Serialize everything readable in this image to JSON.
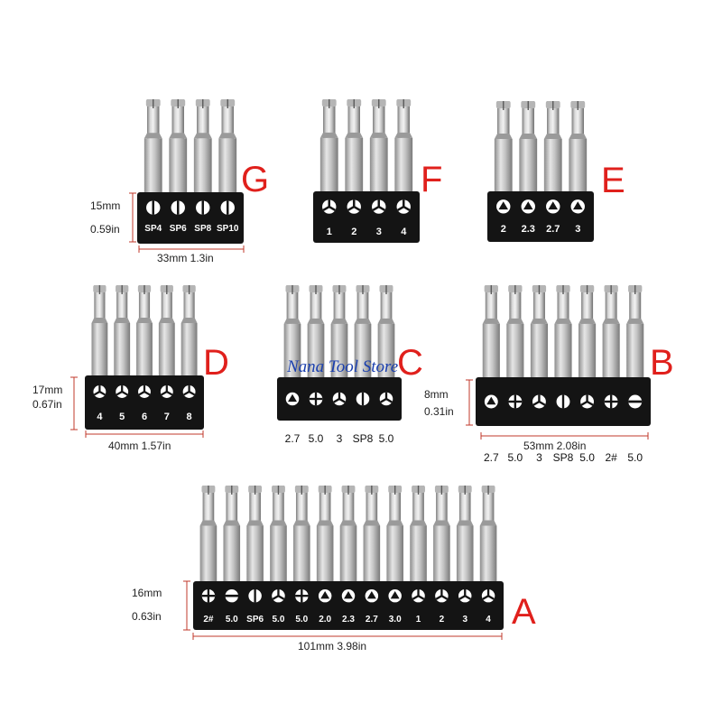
{
  "watermark": "Nana Tool Store",
  "colors": {
    "letter": "#e0201c",
    "holder": "#141414",
    "bit_light": "#dcdcdc",
    "bit_dark": "#8a8a8a",
    "watermark": "#1a3fae"
  },
  "sets": [
    {
      "id": "G",
      "letter": "G",
      "bits": 4,
      "labels": [
        "SP4",
        "SP6",
        "SP8",
        "SP10"
      ],
      "icons": [
        "spanner-tip-icon",
        "spanner-tip-icon",
        "spanner-tip-icon",
        "spanner-tip-icon"
      ],
      "height_mm": "15mm",
      "height_in": "0.59in",
      "width_text": "33mm 1.3in"
    },
    {
      "id": "F",
      "letter": "F",
      "bits": 4,
      "labels": [
        "1",
        "2",
        "3",
        "4"
      ],
      "icons": [
        "y-tip-icon",
        "y-tip-icon",
        "y-tip-icon",
        "y-tip-icon"
      ]
    },
    {
      "id": "E",
      "letter": "E",
      "bits": 4,
      "labels": [
        "2",
        "2.3",
        "2.7",
        "3"
      ],
      "icons": [
        "triangle-tip-icon",
        "triangle-tip-icon",
        "triangle-tip-icon",
        "triangle-tip-icon"
      ]
    },
    {
      "id": "D",
      "letter": "D",
      "bits": 5,
      "labels": [
        "4",
        "5",
        "6",
        "7",
        "8"
      ],
      "icons": [
        "tri-wing-tip-icon",
        "tri-wing-tip-icon",
        "tri-wing-tip-icon",
        "tri-wing-tip-icon",
        "tri-wing-tip-icon"
      ],
      "height_mm": "17mm",
      "height_in": "0.67in",
      "width_text": "40mm 1.57in"
    },
    {
      "id": "C",
      "letter": "C",
      "bits": 5,
      "icons": [
        "triangle-tip-icon",
        "phillips-tip-icon",
        "y-tip-icon",
        "spanner-tip-icon",
        "y-tip-icon"
      ],
      "below_labels": [
        "2.7",
        "5.0",
        "3",
        "SP8",
        "5.0"
      ]
    },
    {
      "id": "B",
      "letter": "B",
      "bits": 7,
      "icons": [
        "triangle-tip-icon",
        "phillips-tip-icon",
        "y-tip-icon",
        "spanner-tip-icon",
        "y-tip-icon",
        "phillips-tip-icon",
        "slotted-tip-icon"
      ],
      "below_labels": [
        "2.7",
        "5.0",
        "3",
        "SP8",
        "5.0",
        "2#",
        "5.0"
      ],
      "height_mm": "8mm",
      "height_in": "0.31in",
      "width_text": "53mm 2.08in"
    },
    {
      "id": "A",
      "letter": "A",
      "bits": 13,
      "labels": [
        "2#",
        "5.0",
        "SP6",
        "5.0",
        "5.0",
        "2.0",
        "2.3",
        "2.7",
        "3.0",
        "1",
        "2",
        "3",
        "4"
      ],
      "icons": [
        "phillips-tip-icon",
        "slotted-tip-icon",
        "spanner-tip-icon",
        "y-tip-icon",
        "phillips-tip-icon",
        "triangle-tip-icon",
        "triangle-tip-icon",
        "triangle-tip-icon",
        "triangle-tip-icon",
        "y-tip-icon",
        "y-tip-icon",
        "y-tip-icon",
        "y-tip-icon"
      ],
      "height_mm": "16mm",
      "height_in": "0.63in",
      "width_text": "101mm 3.98in"
    }
  ]
}
